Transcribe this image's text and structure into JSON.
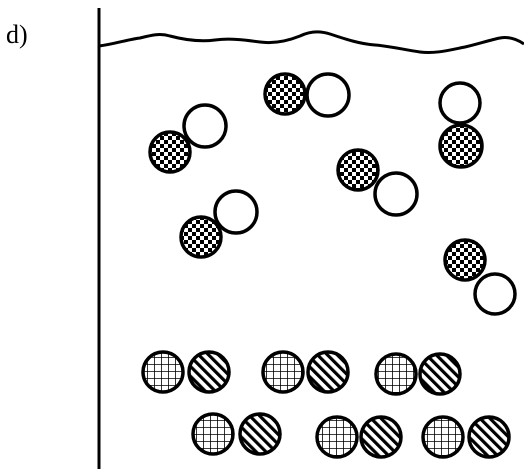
{
  "figure": {
    "label": "d)"
  },
  "colors": {
    "stroke": "#000000",
    "background": "#ffffff"
  },
  "particle_legend": {
    "checkered_atom": "checkered-pattern-atom",
    "plain_atom": "plain-white-atom",
    "grid_atom": "grid-pattern-atom",
    "striped_atom": "diagonal-striped-atom"
  },
  "counts": {
    "gas_molecules": 6,
    "solid_pairs": 6
  }
}
